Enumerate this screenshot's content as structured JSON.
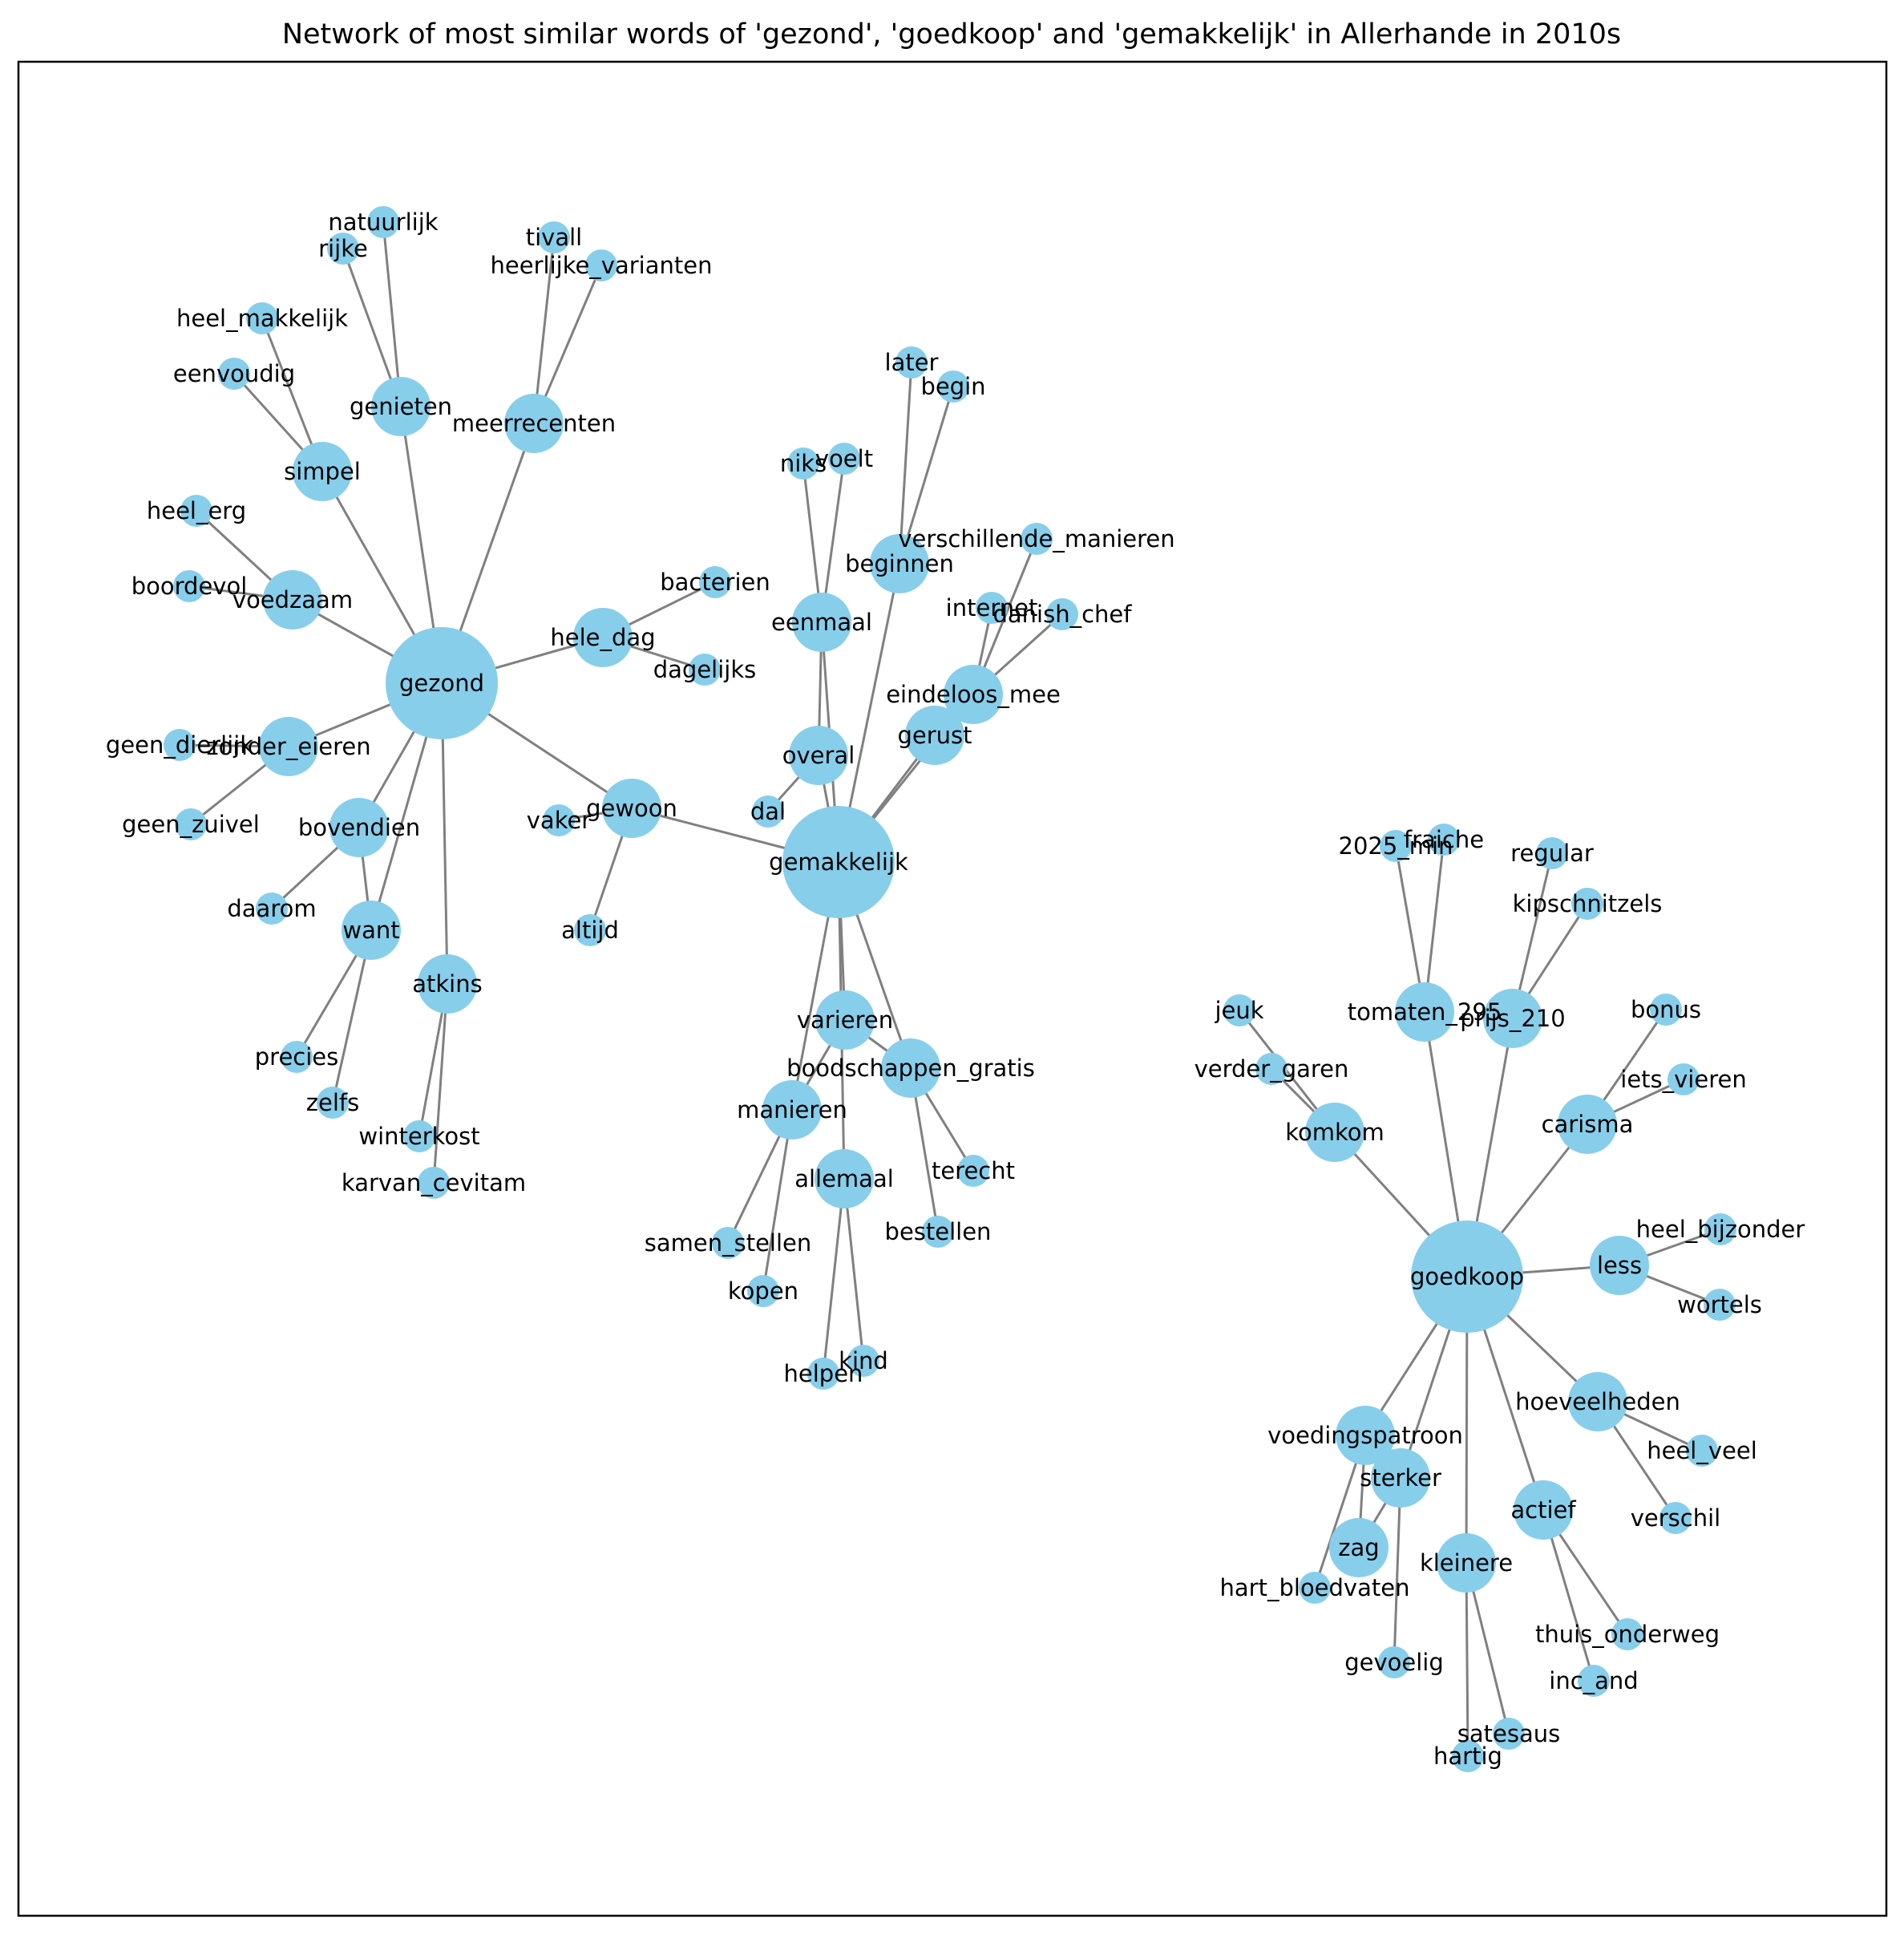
{
  "title": "Network of most similar words of 'gezond', 'goedkoop' and 'gemakkelijk' in Allerhande in 2010s",
  "colors": {
    "node": "#87ceeb",
    "edge": "#808080",
    "frame": "#000000",
    "text": "#000000"
  },
  "chart_data": {
    "type": "network",
    "hubs": [
      "gezond",
      "gemakkelijk",
      "goedkoop"
    ],
    "nodes": [
      {
        "id": "gezond",
        "label": "gezond",
        "size": "hub"
      },
      {
        "id": "gemakkelijk",
        "label": "gemakkelijk",
        "size": "hub"
      },
      {
        "id": "goedkoop",
        "label": "goedkoop",
        "size": "hub"
      },
      {
        "id": "genieten",
        "label": "genieten",
        "size": "mid"
      },
      {
        "id": "meerrecenten",
        "label": "meerrecenten",
        "size": "mid"
      },
      {
        "id": "simpel",
        "label": "simpel",
        "size": "mid"
      },
      {
        "id": "voedzaam",
        "label": "voedzaam",
        "size": "mid"
      },
      {
        "id": "hele_dag",
        "label": "hele_dag",
        "size": "mid"
      },
      {
        "id": "zonder_eieren",
        "label": "zonder_eieren",
        "size": "mid"
      },
      {
        "id": "bovendien",
        "label": "bovendien",
        "size": "mid"
      },
      {
        "id": "want",
        "label": "want",
        "size": "mid"
      },
      {
        "id": "atkins",
        "label": "atkins",
        "size": "mid"
      },
      {
        "id": "gewoon",
        "label": "gewoon",
        "size": "mid"
      },
      {
        "id": "natuurlijk",
        "label": "natuurlijk",
        "size": "leaf"
      },
      {
        "id": "rijke",
        "label": "rijke",
        "size": "leaf"
      },
      {
        "id": "tivall",
        "label": "tivall",
        "size": "leaf"
      },
      {
        "id": "heerlijke_varianten",
        "label": "heerlijke_varianten",
        "size": "leaf"
      },
      {
        "id": "heel_makkelijk",
        "label": "heel_makkelijk",
        "size": "leaf"
      },
      {
        "id": "eenvoudig",
        "label": "eenvoudig",
        "size": "leaf"
      },
      {
        "id": "heel_erg",
        "label": "heel_erg",
        "size": "leaf"
      },
      {
        "id": "boordevol",
        "label": "boordevol",
        "size": "leaf"
      },
      {
        "id": "bacterien",
        "label": "bacterien",
        "size": "leaf"
      },
      {
        "id": "dagelijks",
        "label": "dagelijks",
        "size": "leaf"
      },
      {
        "id": "geen_dierlijk",
        "label": "geen_dierlijk",
        "size": "leaf"
      },
      {
        "id": "geen_zuivel",
        "label": "geen_zuivel",
        "size": "leaf"
      },
      {
        "id": "daarom",
        "label": "daarom",
        "size": "leaf"
      },
      {
        "id": "precies",
        "label": "precies",
        "size": "leaf"
      },
      {
        "id": "zelfs",
        "label": "zelfs",
        "size": "leaf"
      },
      {
        "id": "winterkost",
        "label": "winterkost",
        "size": "leaf"
      },
      {
        "id": "karvan_cevitam",
        "label": "karvan_cevitam",
        "size": "leaf"
      },
      {
        "id": "vaker",
        "label": "vaker",
        "size": "leaf"
      },
      {
        "id": "altijd",
        "label": "altijd",
        "size": "leaf"
      },
      {
        "id": "eenmaal",
        "label": "eenmaal",
        "size": "mid"
      },
      {
        "id": "beginnen",
        "label": "beginnen",
        "size": "mid"
      },
      {
        "id": "eindeloos_mee",
        "label": "eindeloos_mee",
        "size": "mid"
      },
      {
        "id": "gerust",
        "label": "gerust",
        "size": "mid"
      },
      {
        "id": "overal",
        "label": "overal",
        "size": "mid"
      },
      {
        "id": "varieren",
        "label": "varieren",
        "size": "mid"
      },
      {
        "id": "boodschappen_gratis",
        "label": "boodschappen_gratis",
        "size": "mid"
      },
      {
        "id": "manieren",
        "label": "manieren",
        "size": "mid"
      },
      {
        "id": "allemaal",
        "label": "allemaal",
        "size": "mid"
      },
      {
        "id": "later",
        "label": "later",
        "size": "leaf"
      },
      {
        "id": "begin",
        "label": "begin",
        "size": "leaf"
      },
      {
        "id": "niks",
        "label": "niks",
        "size": "leaf"
      },
      {
        "id": "voelt",
        "label": "voelt",
        "size": "leaf"
      },
      {
        "id": "verschillende_manieren",
        "label": "verschillende_manieren",
        "size": "leaf"
      },
      {
        "id": "internet",
        "label": "internet",
        "size": "leaf"
      },
      {
        "id": "danish_chef",
        "label": "danish_chef",
        "size": "leaf"
      },
      {
        "id": "dal",
        "label": "dal",
        "size": "leaf"
      },
      {
        "id": "terecht",
        "label": "terecht",
        "size": "leaf"
      },
      {
        "id": "bestellen",
        "label": "bestellen",
        "size": "leaf"
      },
      {
        "id": "samen_stellen",
        "label": "samen_stellen",
        "size": "leaf"
      },
      {
        "id": "kopen",
        "label": "kopen",
        "size": "leaf"
      },
      {
        "id": "helpen",
        "label": "helpen",
        "size": "leaf"
      },
      {
        "id": "kind",
        "label": "kind",
        "size": "leaf"
      },
      {
        "id": "tomaten_295",
        "label": "tomaten_295",
        "size": "mid"
      },
      {
        "id": "prijs_210",
        "label": "prijs_210",
        "size": "mid"
      },
      {
        "id": "carisma",
        "label": "carisma",
        "size": "mid"
      },
      {
        "id": "komkom",
        "label": "komkom",
        "size": "mid"
      },
      {
        "id": "less",
        "label": "less",
        "size": "mid"
      },
      {
        "id": "hoeveelheden",
        "label": "hoeveelheden",
        "size": "mid"
      },
      {
        "id": "voedingspatroon",
        "label": "voedingspatroon",
        "size": "mid"
      },
      {
        "id": "sterker",
        "label": "sterker",
        "size": "mid"
      },
      {
        "id": "zag",
        "label": "zag",
        "size": "mid"
      },
      {
        "id": "kleinere",
        "label": "kleinere",
        "size": "mid"
      },
      {
        "id": "actief",
        "label": "actief",
        "size": "mid"
      },
      {
        "id": "2025_min",
        "label": "2025_min",
        "size": "leaf"
      },
      {
        "id": "fraiche",
        "label": "fraiche",
        "size": "leaf"
      },
      {
        "id": "regular",
        "label": "regular",
        "size": "leaf"
      },
      {
        "id": "kipschnitzels",
        "label": "kipschnitzels",
        "size": "leaf"
      },
      {
        "id": "bonus",
        "label": "bonus",
        "size": "leaf"
      },
      {
        "id": "iets_vieren",
        "label": "iets_vieren",
        "size": "leaf"
      },
      {
        "id": "jeuk",
        "label": "jeuk",
        "size": "leaf"
      },
      {
        "id": "verder_garen",
        "label": "verder_garen",
        "size": "leaf"
      },
      {
        "id": "heel_bijzonder",
        "label": "heel_bijzonder",
        "size": "leaf"
      },
      {
        "id": "wortels",
        "label": "wortels",
        "size": "leaf"
      },
      {
        "id": "heel_veel",
        "label": "heel_veel",
        "size": "leaf"
      },
      {
        "id": "verschil",
        "label": "verschil",
        "size": "leaf"
      },
      {
        "id": "hart_bloedvaten",
        "label": "hart_bloedvaten",
        "size": "leaf"
      },
      {
        "id": "gevoelig",
        "label": "gevoelig",
        "size": "leaf"
      },
      {
        "id": "thuis_onderweg",
        "label": "thuis_onderweg",
        "size": "leaf"
      },
      {
        "id": "inc_and",
        "label": "inc_and",
        "size": "leaf"
      },
      {
        "id": "satesaus",
        "label": "satesaus",
        "size": "leaf"
      },
      {
        "id": "hartig",
        "label": "hartig",
        "size": "leaf"
      }
    ],
    "edges": [
      [
        "gezond",
        "genieten"
      ],
      [
        "gezond",
        "meerrecenten"
      ],
      [
        "gezond",
        "simpel"
      ],
      [
        "gezond",
        "voedzaam"
      ],
      [
        "gezond",
        "hele_dag"
      ],
      [
        "gezond",
        "zonder_eieren"
      ],
      [
        "gezond",
        "bovendien"
      ],
      [
        "gezond",
        "want"
      ],
      [
        "gezond",
        "atkins"
      ],
      [
        "gezond",
        "gewoon"
      ],
      [
        "genieten",
        "natuurlijk"
      ],
      [
        "genieten",
        "rijke"
      ],
      [
        "meerrecenten",
        "tivall"
      ],
      [
        "meerrecenten",
        "heerlijke_varianten"
      ],
      [
        "simpel",
        "heel_makkelijk"
      ],
      [
        "simpel",
        "eenvoudig"
      ],
      [
        "voedzaam",
        "heel_erg"
      ],
      [
        "voedzaam",
        "boordevol"
      ],
      [
        "hele_dag",
        "bacterien"
      ],
      [
        "hele_dag",
        "dagelijks"
      ],
      [
        "zonder_eieren",
        "geen_dierlijk"
      ],
      [
        "zonder_eieren",
        "geen_zuivel"
      ],
      [
        "bovendien",
        "want"
      ],
      [
        "bovendien",
        "daarom"
      ],
      [
        "want",
        "precies"
      ],
      [
        "want",
        "zelfs"
      ],
      [
        "atkins",
        "winterkost"
      ],
      [
        "atkins",
        "karvan_cevitam"
      ],
      [
        "gewoon",
        "vaker"
      ],
      [
        "gewoon",
        "altijd"
      ],
      [
        "gewoon",
        "gemakkelijk"
      ],
      [
        "gemakkelijk",
        "eenmaal"
      ],
      [
        "gemakkelijk",
        "beginnen"
      ],
      [
        "gemakkelijk",
        "eindeloos_mee"
      ],
      [
        "gemakkelijk",
        "gerust"
      ],
      [
        "gemakkelijk",
        "overal"
      ],
      [
        "gemakkelijk",
        "varieren"
      ],
      [
        "gemakkelijk",
        "boodschappen_gratis"
      ],
      [
        "gemakkelijk",
        "manieren"
      ],
      [
        "gemakkelijk",
        "allemaal"
      ],
      [
        "eenmaal",
        "niks"
      ],
      [
        "eenmaal",
        "voelt"
      ],
      [
        "eenmaal",
        "overal"
      ],
      [
        "beginnen",
        "later"
      ],
      [
        "beginnen",
        "begin"
      ],
      [
        "eindeloos_mee",
        "verschillende_manieren"
      ],
      [
        "eindeloos_mee",
        "internet"
      ],
      [
        "eindeloos_mee",
        "danish_chef"
      ],
      [
        "overal",
        "dal"
      ],
      [
        "varieren",
        "boodschappen_gratis"
      ],
      [
        "varieren",
        "manieren"
      ],
      [
        "boodschappen_gratis",
        "terecht"
      ],
      [
        "boodschappen_gratis",
        "bestellen"
      ],
      [
        "manieren",
        "samen_stellen"
      ],
      [
        "manieren",
        "kopen"
      ],
      [
        "allemaal",
        "helpen"
      ],
      [
        "allemaal",
        "kind"
      ],
      [
        "goedkoop",
        "tomaten_295"
      ],
      [
        "goedkoop",
        "prijs_210"
      ],
      [
        "goedkoop",
        "carisma"
      ],
      [
        "goedkoop",
        "komkom"
      ],
      [
        "goedkoop",
        "less"
      ],
      [
        "goedkoop",
        "hoeveelheden"
      ],
      [
        "goedkoop",
        "voedingspatroon"
      ],
      [
        "goedkoop",
        "sterker"
      ],
      [
        "goedkoop",
        "kleinere"
      ],
      [
        "goedkoop",
        "actief"
      ],
      [
        "tomaten_295",
        "2025_min"
      ],
      [
        "tomaten_295",
        "fraiche"
      ],
      [
        "prijs_210",
        "regular"
      ],
      [
        "prijs_210",
        "kipschnitzels"
      ],
      [
        "carisma",
        "bonus"
      ],
      [
        "carisma",
        "iets_vieren"
      ],
      [
        "komkom",
        "jeuk"
      ],
      [
        "komkom",
        "verder_garen"
      ],
      [
        "less",
        "heel_bijzonder"
      ],
      [
        "less",
        "wortels"
      ],
      [
        "hoeveelheden",
        "heel_veel"
      ],
      [
        "hoeveelheden",
        "verschil"
      ],
      [
        "voedingspatroon",
        "zag"
      ],
      [
        "voedingspatroon",
        "hart_bloedvaten"
      ],
      [
        "sterker",
        "zag"
      ],
      [
        "sterker",
        "gevoelig"
      ],
      [
        "actief",
        "thuis_onderweg"
      ],
      [
        "actief",
        "inc_and"
      ],
      [
        "kleinere",
        "satesaus"
      ],
      [
        "kleinere",
        "hartig"
      ]
    ]
  }
}
